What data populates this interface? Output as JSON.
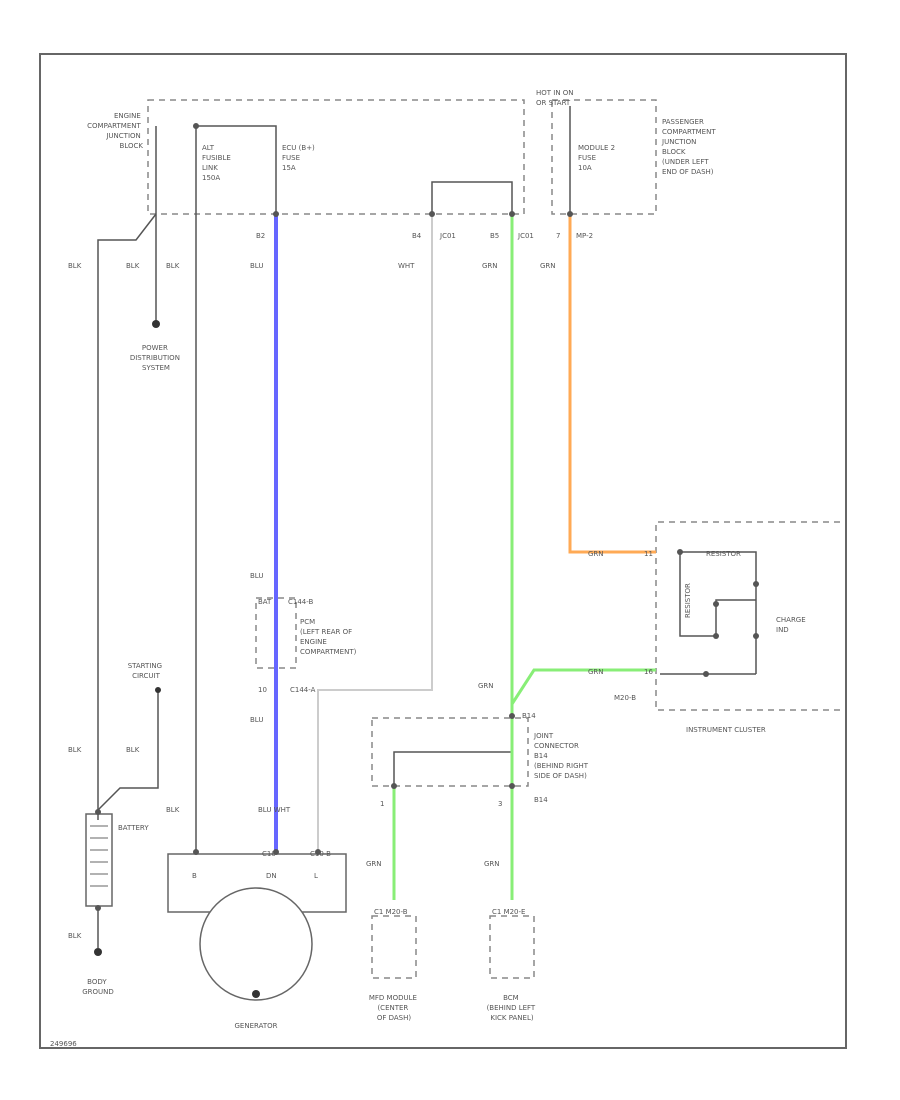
{
  "labels": {
    "engine_block": [
      "ENGINE",
      "COMPARTMENT",
      "JUNCTION",
      "BLOCK"
    ],
    "hot_in_on": [
      "HOT IN ON",
      "OR START"
    ],
    "pass_block": [
      "PASSENGER",
      "COMPARTMENT",
      "JUNCTION",
      "BLOCK",
      "(UNDER LEFT",
      "END OF DASH)"
    ],
    "alt_fuse": [
      "ALT",
      "FUSIBLE",
      "LINK",
      "150A"
    ],
    "ecu_fuse": [
      "ECU (B+)",
      "FUSE",
      "15A"
    ],
    "module_fuse": [
      "MODULE 2",
      "FUSE",
      "10A"
    ],
    "pin_b2": "B2",
    "pin_b4": "B4",
    "pin_b5": "B5",
    "pin_7": "7",
    "conn_jc01a": "JC01",
    "conn_jc01b": "JC01",
    "conn_mp": "MP-2",
    "wire_blk1": "BLK",
    "wire_blk2": "BLK",
    "wire_blk3": "BLK",
    "wire_blu1": "BLU",
    "wire_wht1": "WHT",
    "wire_grn1": "GRN",
    "wire_grn2": "GRN",
    "power_dist": [
      "POWER",
      "DISTRIBUTION",
      "SYSTEM"
    ],
    "blu_pcm": "BLU",
    "pcm_conn": "C144-B",
    "pcm_bat": "BAT",
    "pcm": [
      "PCM",
      "(LEFT REAR OF",
      "ENGINE",
      "COMPARTMENT)"
    ],
    "pcm_pin": "10",
    "pcm_conn2": "C144-A",
    "blu_lower": "BLU",
    "starting": [
      "STARTING",
      "CIRCUIT"
    ],
    "blk_left": "BLK",
    "blk_bat": "BLK",
    "blk_gen": "BLK",
    "battery": "BATTERY",
    "blu_wht": "BLU WHT",
    "gen_conn1": "C10",
    "gen_conn2": "C10-B",
    "gen_b": "B",
    "gen_dn": "DN",
    "gen_l": "L",
    "generator": "GENERATOR",
    "blk_ground": "BLK",
    "body_ground": [
      "BODY",
      "GROUND"
    ],
    "grn_junction": "GRN",
    "joint_conn": [
      "JOINT",
      "CONNECTOR",
      "B14",
      "(BEHIND RIGHT",
      "SIDE OF DASH)"
    ],
    "conn_b14": "B14",
    "conn_b14b": "B14",
    "pin_1": "1",
    "pin_3": "3",
    "grn_left": "GRN",
    "grn_right": "GRN",
    "mfd_conn": "C1 M20-B",
    "bcm_conn": "C1 M20-E",
    "mfd": [
      "MFD MODULE",
      "(CENTER",
      "OF DASH)"
    ],
    "bcm": [
      "BCM",
      "(BEHIND LEFT",
      "KICK PANEL)"
    ],
    "grn_orn": "GRN",
    "grn_ic": "GRN",
    "ic_pin_top": "11",
    "ic_pin_bot": "16",
    "ic_conn": "M20-B",
    "ic_res_top": "RESISTOR",
    "ic_res_left": "RESISTOR",
    "charge_ind": [
      "CHARGE",
      "IND"
    ],
    "instrument_cluster": "INSTRUMENT CLUSTER",
    "diagram_id": "249696"
  },
  "colors": {
    "frame": "#666666",
    "wire_black": "#555555",
    "wire_blue": "#6666ff",
    "wire_green": "#88ee77",
    "wire_orange": "#ffaa55",
    "wire_white": "#cccccc",
    "dash": "#888888"
  }
}
